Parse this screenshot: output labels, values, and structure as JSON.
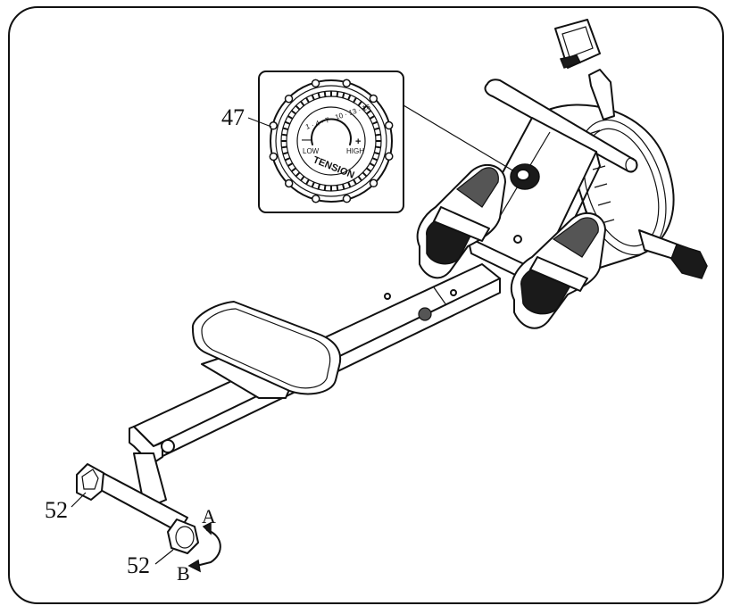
{
  "callouts": {
    "tension_knob": "47",
    "front_foot_left": "52",
    "front_foot_right": "52"
  },
  "rotation": {
    "a": "A",
    "b": "B"
  },
  "dial": {
    "word": "TENSION",
    "low": "LOW",
    "high": "HIGH",
    "minus": "—",
    "plus": "+",
    "scale": "1 · 4 · 7 · 10 · 13 · 16"
  }
}
